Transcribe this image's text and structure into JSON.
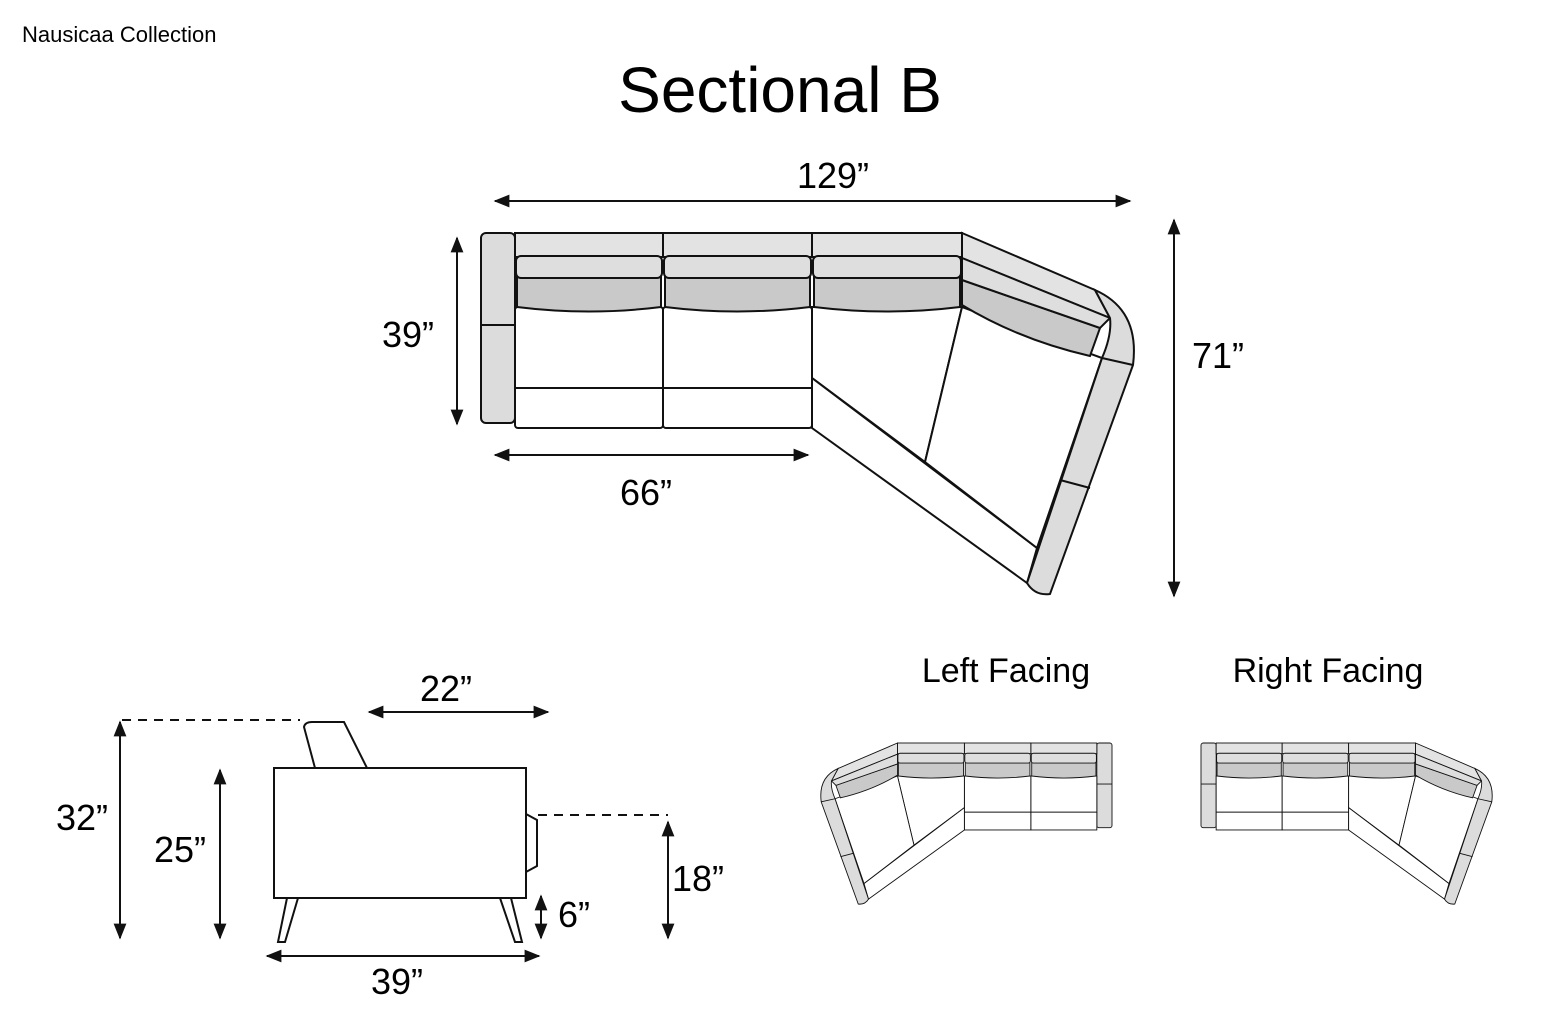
{
  "brand": "Nausicaa Collection",
  "title": "Sectional B",
  "top_view": {
    "overall_width": "129”",
    "depth": "39”",
    "overall_depth": "71”",
    "section_width": "66”"
  },
  "side_view": {
    "back_depth": "22”",
    "total_height": "32”",
    "arm_height": "25”",
    "seat_height": "18”",
    "leg_height": "6”",
    "depth": "39”"
  },
  "orientations": {
    "left_label": "Left Facing",
    "right_label": "Right Facing"
  }
}
